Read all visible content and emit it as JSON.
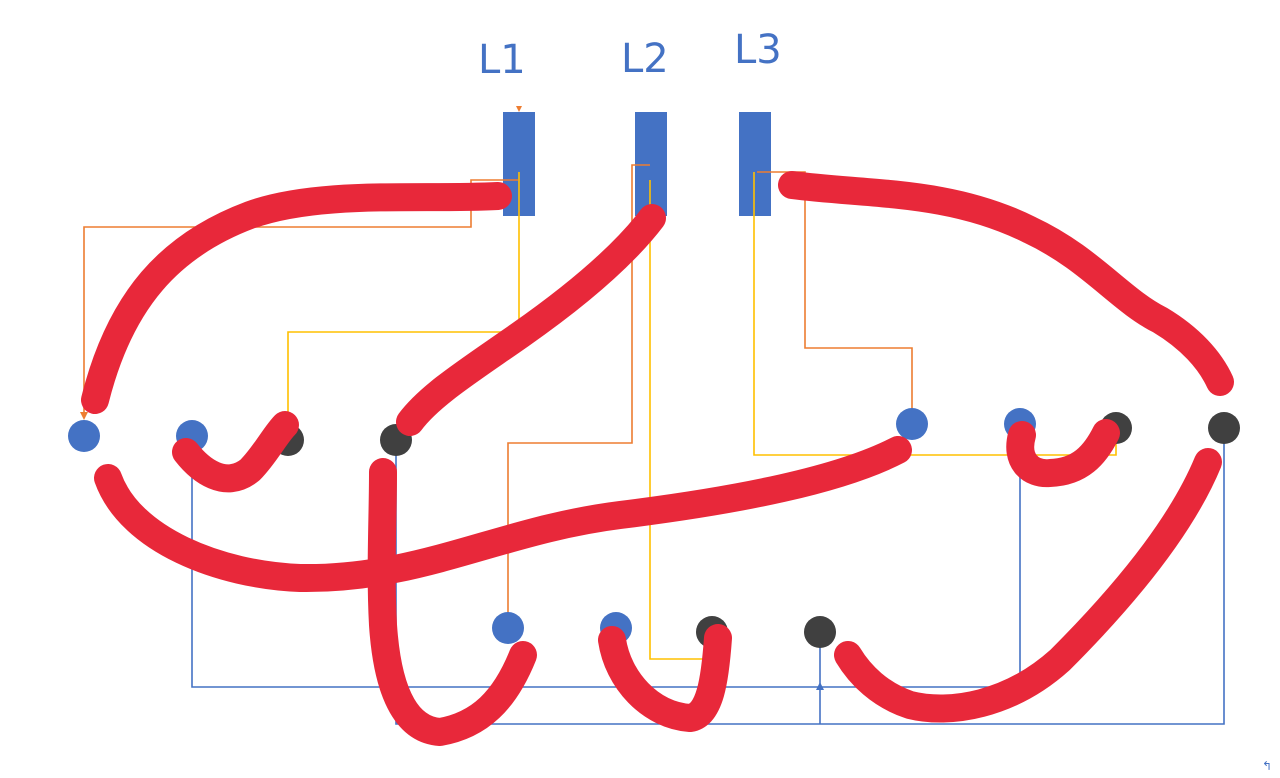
{
  "diagram": {
    "labels": [
      "L1",
      "L2",
      "L3"
    ],
    "corner_glyph": "↰",
    "colors": {
      "background": "#ffffff",
      "bar": "#4472c4",
      "label": "#4472c4",
      "node_blue": "#4472c4",
      "node_dark": "#404040",
      "wire_orange": "#ed7d31",
      "wire_yellow": "#ffc000",
      "wire_blue": "#4472c4",
      "marker_red": "#e8283a"
    }
  }
}
